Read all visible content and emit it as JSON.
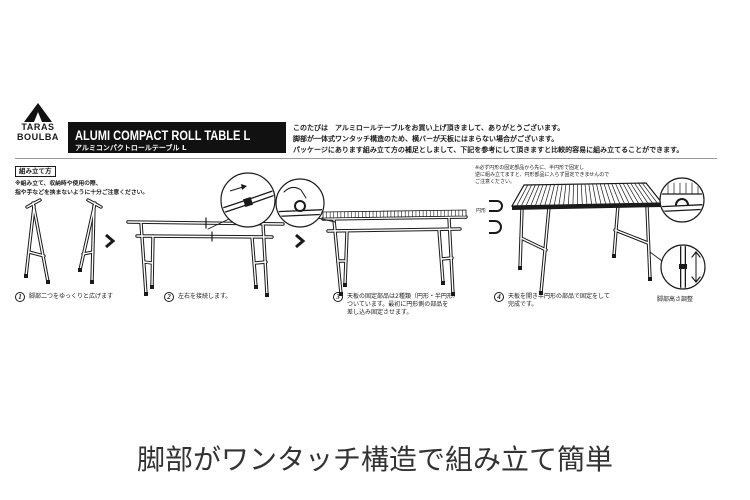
{
  "logo": {
    "line1": "TARAS",
    "line2": "BOULBA",
    "icon": "tent-icon"
  },
  "product": {
    "title": "ALUMI COMPACT ROLL TABLE L",
    "subtitle": "アルミコンパクトロールテーブル L"
  },
  "intro": {
    "lines": [
      "このたびは　アルミロールテーブルをお買い上げ頂きまして、ありがとうございます。",
      "脚部が一体式ワンタッチ構造のため、横バーが天板にはまらない場合がございます。",
      "パッケージにあります組み立て方の補足としまして、下記を参考にして頂きますと比較的容易に組み立てることができます。"
    ]
  },
  "assembly": {
    "heading": "組み立て方",
    "caution": [
      "※組み立て、収納時や使用の際、",
      "指や手などを挟まないように十分ご注意ください。"
    ],
    "steps": [
      {
        "number": "1",
        "lines": [
          "脚部二つをゆっくりと広げます"
        ]
      },
      {
        "number": "2",
        "lines": [
          "左右を接続します。"
        ]
      },
      {
        "number": "3",
        "lines": [
          "天板の固定部品は2種類（円形・半円形）",
          "ついています。最初に円形側の部品を",
          "差し込み固定させます。"
        ]
      },
      {
        "number": "4",
        "lines": [
          "天板を開き半円形の部品で固定をして",
          "完成です。"
        ]
      }
    ],
    "note": [
      "※必ず円形の固定部品から先に、半円形で固定し",
      "逆に組み立てますと、円形部品に入らず固定できませんので",
      "ご注意ください。"
    ],
    "clip_label": "円形",
    "height_label": "脚部高さ調整"
  },
  "caption": "脚部がワンタッチ構造で組み立て簡単",
  "colors": {
    "ink": "#1a1a1a",
    "title_bar": "#111111",
    "caption_text": "#333333",
    "background": "#ffffff"
  },
  "icons": {
    "brand": "tent-icon",
    "step_arrow": "chevron-right-icon"
  }
}
